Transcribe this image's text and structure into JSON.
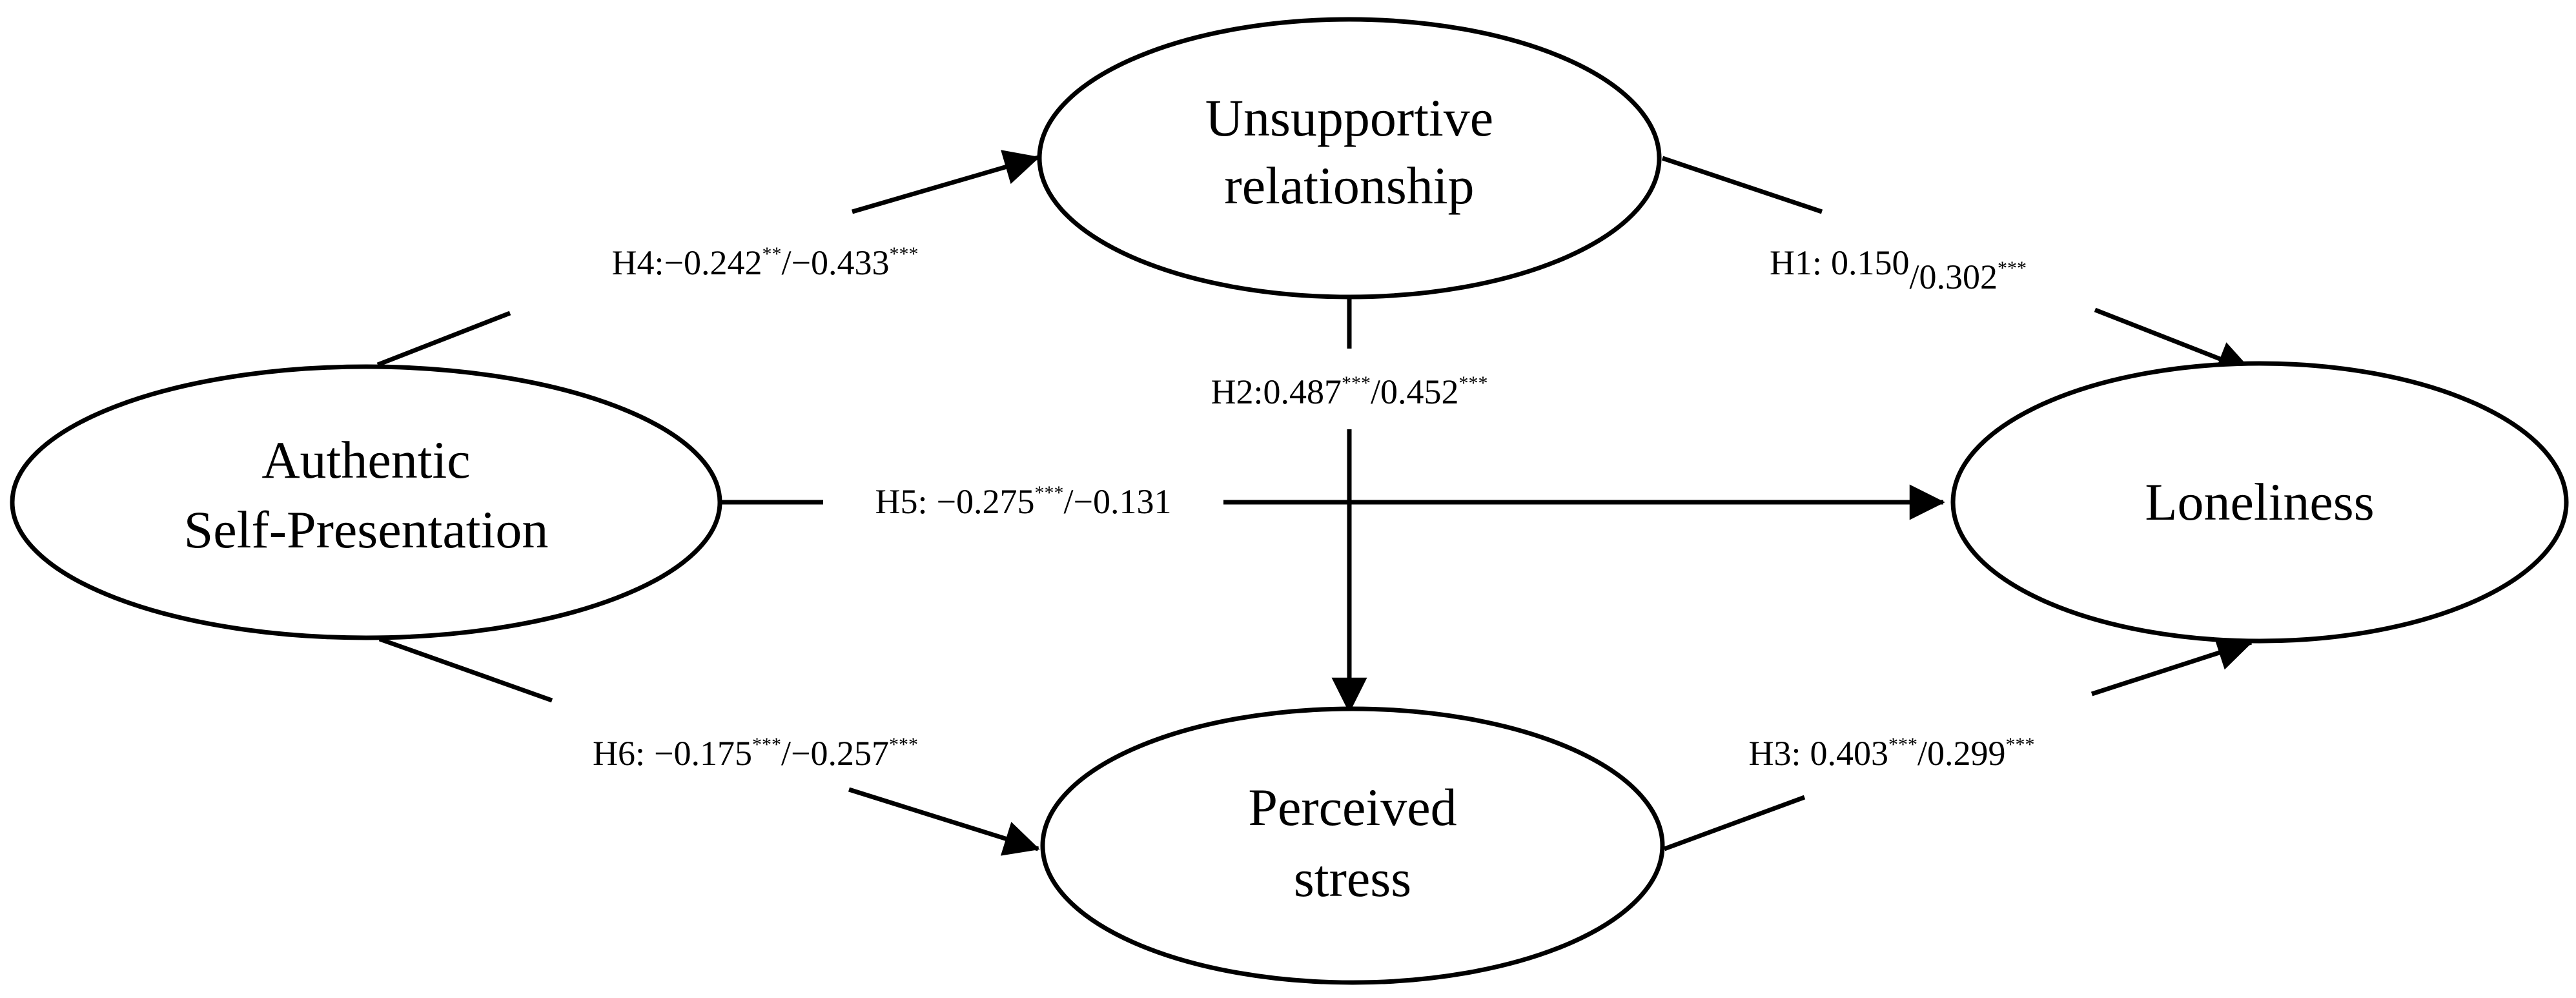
{
  "nodes": {
    "authentic": {
      "lines": [
        "Authentic",
        "Self-Presentation"
      ]
    },
    "unsupportive": {
      "lines": [
        "Unsupportive",
        "relationship"
      ]
    },
    "stress": {
      "lines": [
        "Perceived",
        "stress"
      ]
    },
    "loneliness": {
      "lines": [
        "Loneliness"
      ]
    }
  },
  "edges": {
    "h4": {
      "name": "H4:",
      "value1": "−0.242",
      "sig1": "**",
      "value2": "−0.433",
      "sig2": "***"
    },
    "h1": {
      "name": "H1:",
      "value1": "0.150",
      "sig1": "",
      "value2": "0.302",
      "sig2": "***"
    },
    "h2": {
      "name": "H2:",
      "value1": "0.487",
      "sig1": "***",
      "value2": "0.452",
      "sig2": "***"
    },
    "h5": {
      "name": "H5:",
      "value1": "−0.275",
      "sig1": "***",
      "value2": "−0.131",
      "sig2": ""
    },
    "h6": {
      "name": "H6:",
      "value1": "−0.175",
      "sig1": "***",
      "value2": "−0.257",
      "sig2": "***"
    },
    "h3": {
      "name": "H3:",
      "value1": "0.403",
      "sig1": "***",
      "value2": "0.299",
      "sig2": "***"
    }
  },
  "separator": "/"
}
